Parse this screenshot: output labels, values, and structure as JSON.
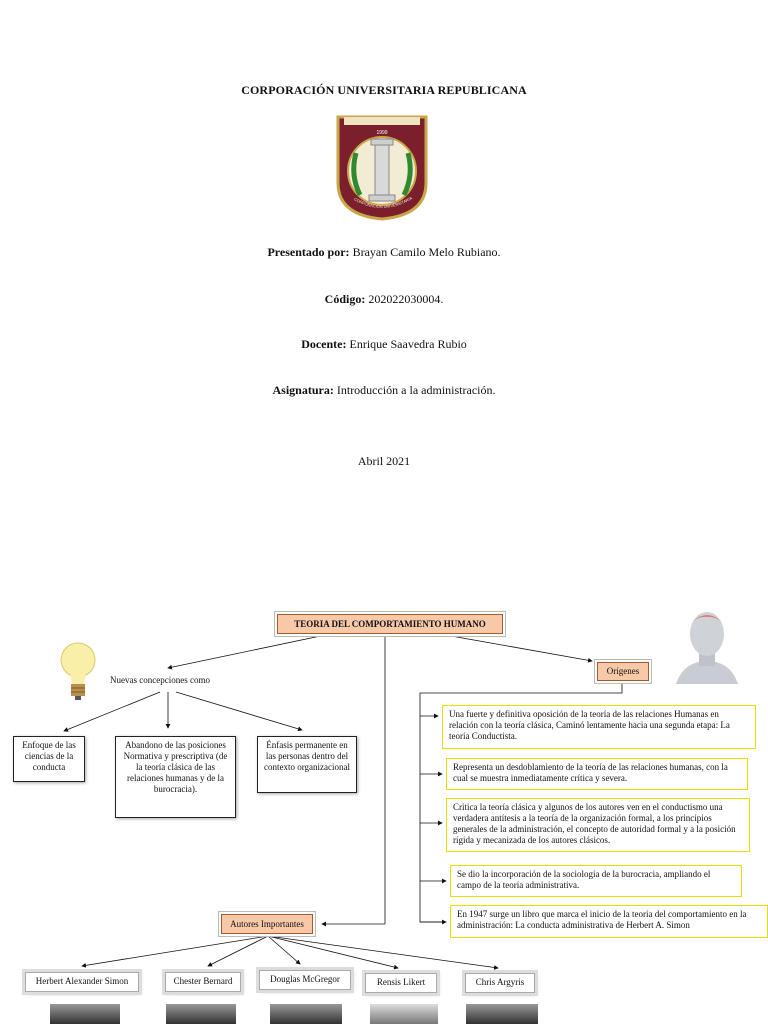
{
  "cover": {
    "institution": "CORPORACIÓN UNIVERSITARIA REPUBLICANA",
    "seal_text": [
      "1999",
      "CORPORACIÓN UNIVERSITARIA REPUBLICANA"
    ],
    "presented_by_label": "Presentado por:",
    "presented_by_value": " Brayan Camilo Melo Rubiano.",
    "code_label": "Código:",
    "code_value": " 202022030004.",
    "teacher_label": "Docente:",
    "teacher_value": " Enrique Saavedra Rubio",
    "subject_label": "Asignatura:",
    "subject_value": " Introducción a la administración.",
    "date": "Abril 2021"
  },
  "map": {
    "title": "TEORIA DEL COMPORTAMIENTO HUMANO",
    "new_conceptions": "Nuevas concepciones como",
    "left_boxes": [
      "Enfoque de las ciencias de la conducta",
      "Abandono de las posiciones Normativa y prescriptiva (de la teoría clásica de las relaciones humanas y de la burocracia).",
      "Énfasis permanente en las personas dentro del contexto organizacional"
    ],
    "origins_label": "Orígenes",
    "origins": [
      "Una fuerte y definitiva oposición de la teoría de las relaciones Humanas en relación con la teoría clásica, Caminó lentamente hacia una segunda etapa: La teoría Conductista.",
      "Representa un desdoblamiento de la teoría de las relaciones humanas, con la cual se muestra inmediatamente crítica y severa.",
      "Critica la teoría clásica y algunos de los autores ven en el conductismo una verdadera antítesis a la teoría de la organización formal, a los principios generales de la administración, el concepto de autoridad formal y a la posición rígida y mecanizada de los autores clásicos.",
      "Se dio la incorporación de la sociología de la burocracia, ampliando el campo de la teoría administrativa.",
      "En 1947 surge un libro que marca el inicio de la teoría del comportamiento en la administración: La conducta administrativa de Herbert A. Simon"
    ],
    "authors_label": "Autores Importantes",
    "authors": [
      "Herbert Alexander Simon",
      "Chester Bernard",
      "Douglas McGregor",
      "Rensis Likert",
      "Chris Argyris"
    ]
  }
}
